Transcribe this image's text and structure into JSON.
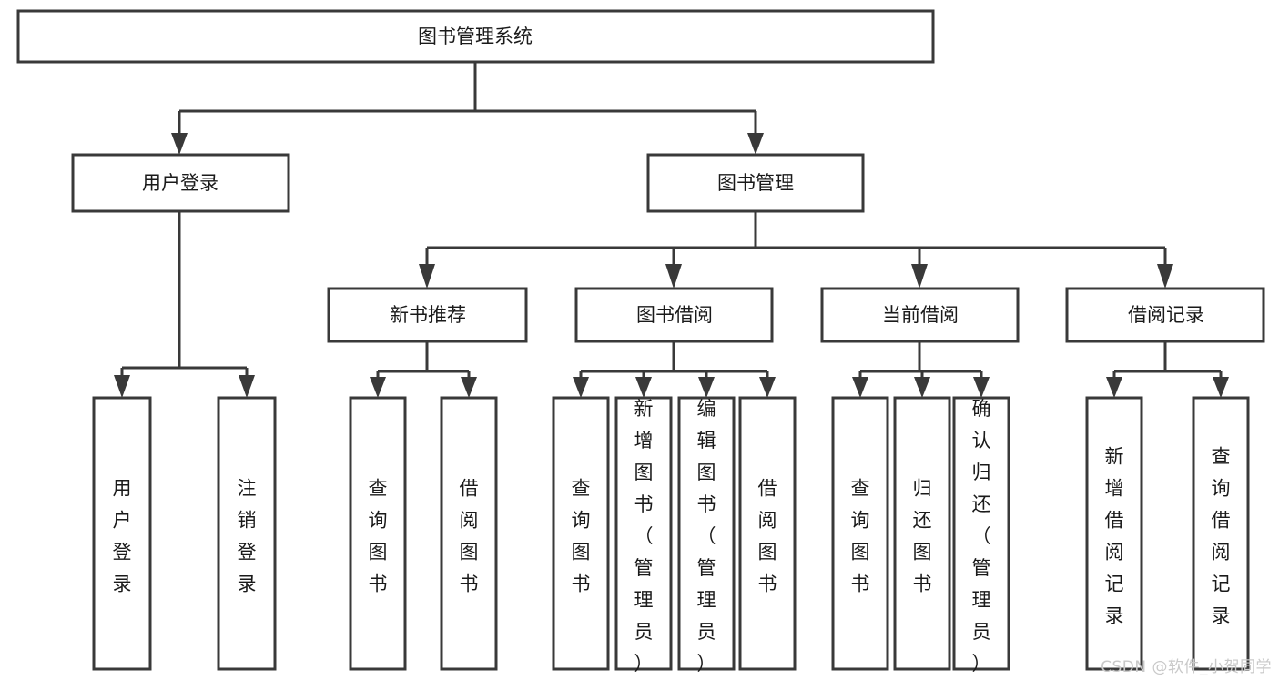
{
  "diagram": {
    "title": "图书管理系统",
    "type": "tree-hierarchy-chart",
    "watermark": "CSDN @软件_小贺同学",
    "colors": {
      "stroke": "#393939",
      "fill": "#ffffff",
      "text": "#1a1a1a",
      "watermark": "#c9c9c9",
      "background": "#ffffff"
    },
    "root": {
      "label": "图书管理系统"
    },
    "level2": [
      {
        "label": "用户登录"
      },
      {
        "label": "图书管理"
      }
    ],
    "level3": [
      {
        "label": "新书推荐"
      },
      {
        "label": "图书借阅"
      },
      {
        "label": "当前借阅"
      },
      {
        "label": "借阅记录"
      }
    ],
    "leaves": {
      "user_login": [
        {
          "label": "用户登录"
        },
        {
          "label": "注销登录"
        }
      ],
      "new_book": [
        {
          "label": "查询图书"
        },
        {
          "label": "借阅图书"
        }
      ],
      "borrow_book": [
        {
          "label": "查询图书"
        },
        {
          "label": "新增图书（管理员）"
        },
        {
          "label": "编辑图书（管理员）"
        },
        {
          "label": "借阅图书"
        }
      ],
      "current_borrow": [
        {
          "label": "查询图书"
        },
        {
          "label": "归还图书"
        },
        {
          "label": "确认归还（管理员）"
        }
      ],
      "borrow_record": [
        {
          "label": "新增借阅记录"
        },
        {
          "label": "查询借阅记录"
        }
      ]
    }
  }
}
